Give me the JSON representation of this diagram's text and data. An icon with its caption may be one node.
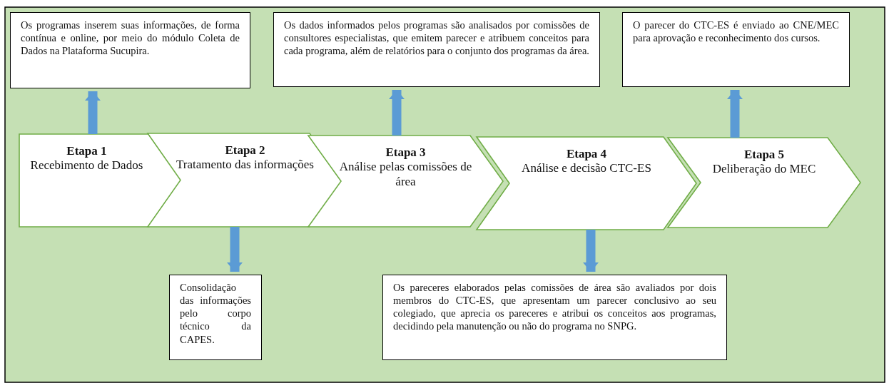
{
  "diagram": {
    "nodes": [
      {
        "text": [
          "Os programas inserem suas informações, de forma contínua e online, por meio do módulo Coleta de Dados na Plataforma Sucupira."
        ]
      },
      {
        "text": [
          "Os dados informados pelos programas são analisados por comissões de consultores especialistas, que emitem parecer e atribuem conceitos para cada programa, além de relatórios para o conjunto dos programas da área."
        ]
      },
      {
        "text": [
          "O parecer do CTC-ES é enviado ao CNE/MEC para aprovação e reconhecimento dos cursos."
        ]
      },
      {
        "text": [
          "Etapa 1",
          "Recebimento de Dados"
        ]
      },
      {
        "text": [
          "Etapa 2",
          "Tratamento das informações"
        ]
      },
      {
        "text": [
          "Etapa 3",
          "Análise pelas comissões de área"
        ]
      },
      {
        "text": [
          "Etapa 4",
          "Análise e decisão CTC-ES"
        ]
      },
      {
        "text": [
          "Etapa 5",
          "Deliberação do MEC"
        ]
      },
      {
        "text": [
          "Consolidação das informações pelo corpo técnico da CAPES."
        ]
      },
      {
        "text": [
          "Os pareceres elaborados pelas comissões de área são avaliados por dois membros do CTC-ES, que apresentam um parecer conclusivo ao seu colegiado, que aprecia os pareceres e atribui os conceitos aos programas, decidindo pela manutenção ou não do programa no SNPG."
        ]
      }
    ],
    "edges": [
      {
        "from": 3,
        "to": 0,
        "arrow": "to"
      },
      {
        "from": 4,
        "to": 8,
        "arrow": "to"
      },
      {
        "from": 5,
        "to": 1,
        "arrow": "to"
      },
      {
        "from": 6,
        "to": 9,
        "arrow": "to"
      },
      {
        "from": 7,
        "to": 2,
        "arrow": "to"
      }
    ]
  }
}
